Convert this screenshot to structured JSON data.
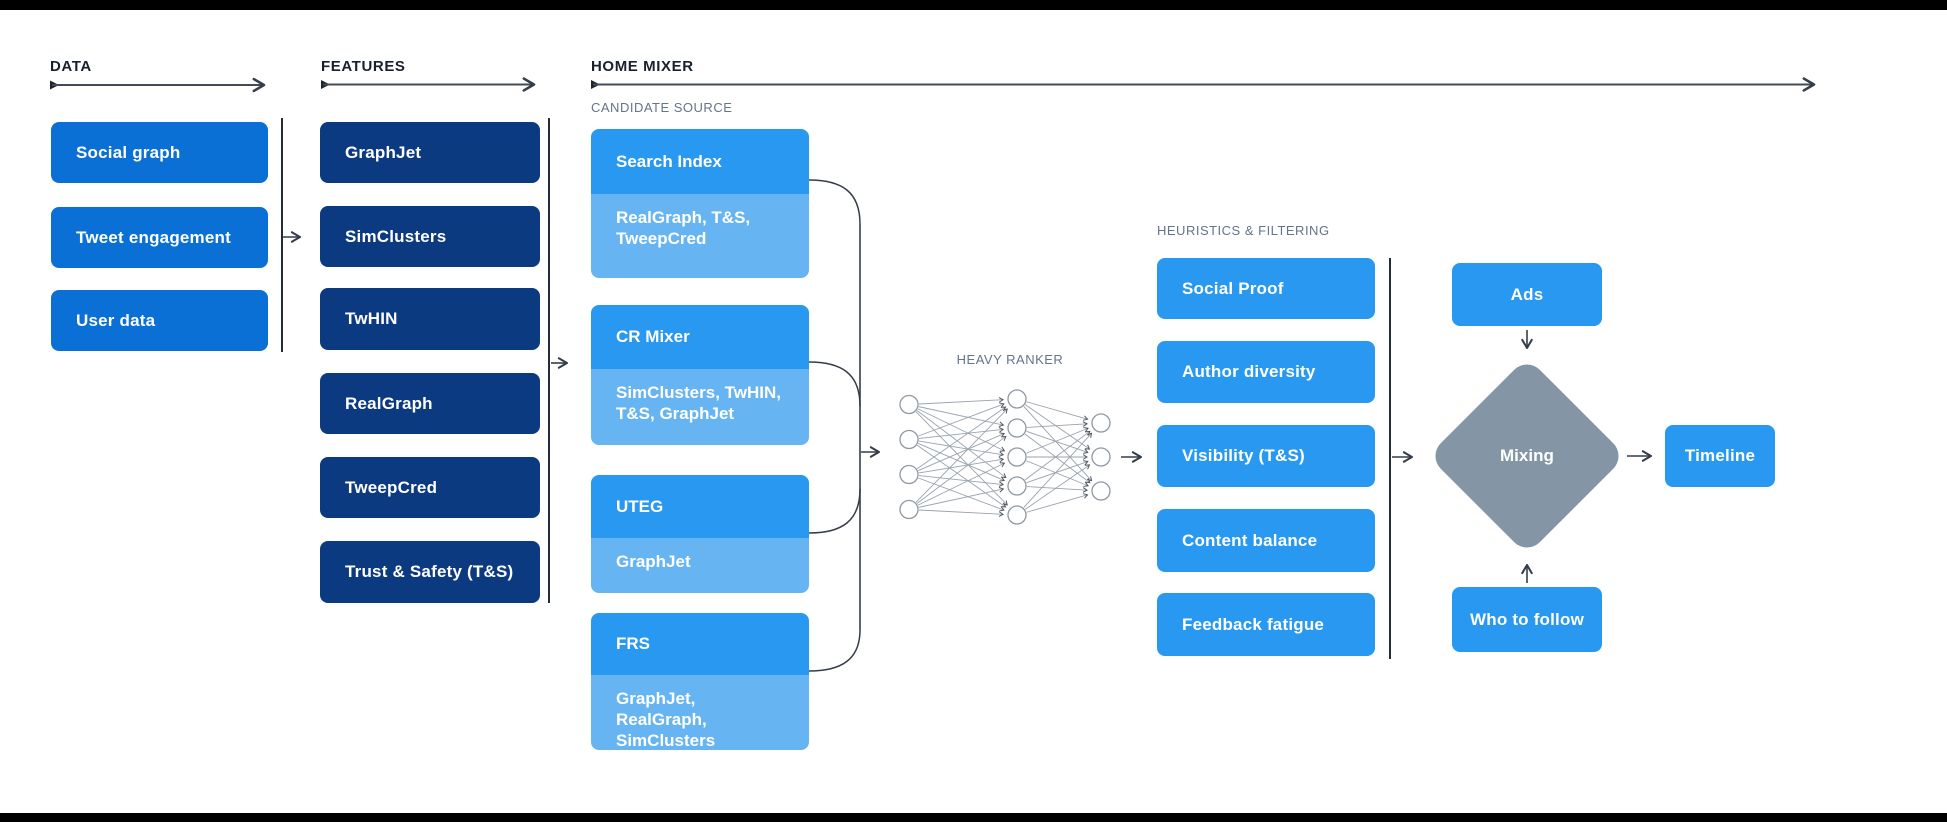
{
  "colors": {
    "data_box": "#0b70d6",
    "feature_box": "#0c3a80",
    "candidate_head": "#2898f0",
    "candidate_sub": "#67b4f2",
    "heuristic_box": "#2898f0",
    "mix_box": "#2898f0",
    "diamond": "#8496a6",
    "label_gray": "#64748b",
    "header_dark": "#18222e"
  },
  "headers": {
    "data": "DATA",
    "features": "FEATURES",
    "home_mixer": "HOME MIXER"
  },
  "data_col": {
    "items": [
      "Social graph",
      "Tweet engagement",
      "User data"
    ]
  },
  "features_col": {
    "items": [
      "GraphJet",
      "SimClusters",
      "TwHIN",
      "RealGraph",
      "TweepCred",
      "Trust & Safety (T&S)"
    ]
  },
  "candidate_source": {
    "label": "CANDIDATE SOURCE",
    "groups": [
      {
        "title": "Search Index",
        "subtitle": "RealGraph, T&S, TweepCred"
      },
      {
        "title": "CR Mixer",
        "subtitle": "SimClusters, TwHIN, T&S, GraphJet"
      },
      {
        "title": "UTEG",
        "subtitle": "GraphJet"
      },
      {
        "title": "FRS",
        "subtitle": "GraphJet, RealGraph, SimClusters"
      }
    ]
  },
  "heavy_ranker": {
    "label": "HEAVY RANKER",
    "layers": [
      4,
      5,
      3
    ]
  },
  "heuristics": {
    "label": "HEURISTICS & FILTERING",
    "items": [
      "Social Proof",
      "Author diversity",
      "Visibility (T&S)",
      "Content balance",
      "Feedback fatigue"
    ]
  },
  "output_stage": {
    "ads": "Ads",
    "mixing": "Mixing",
    "who_to_follow": "Who to follow",
    "timeline": "Timeline"
  }
}
